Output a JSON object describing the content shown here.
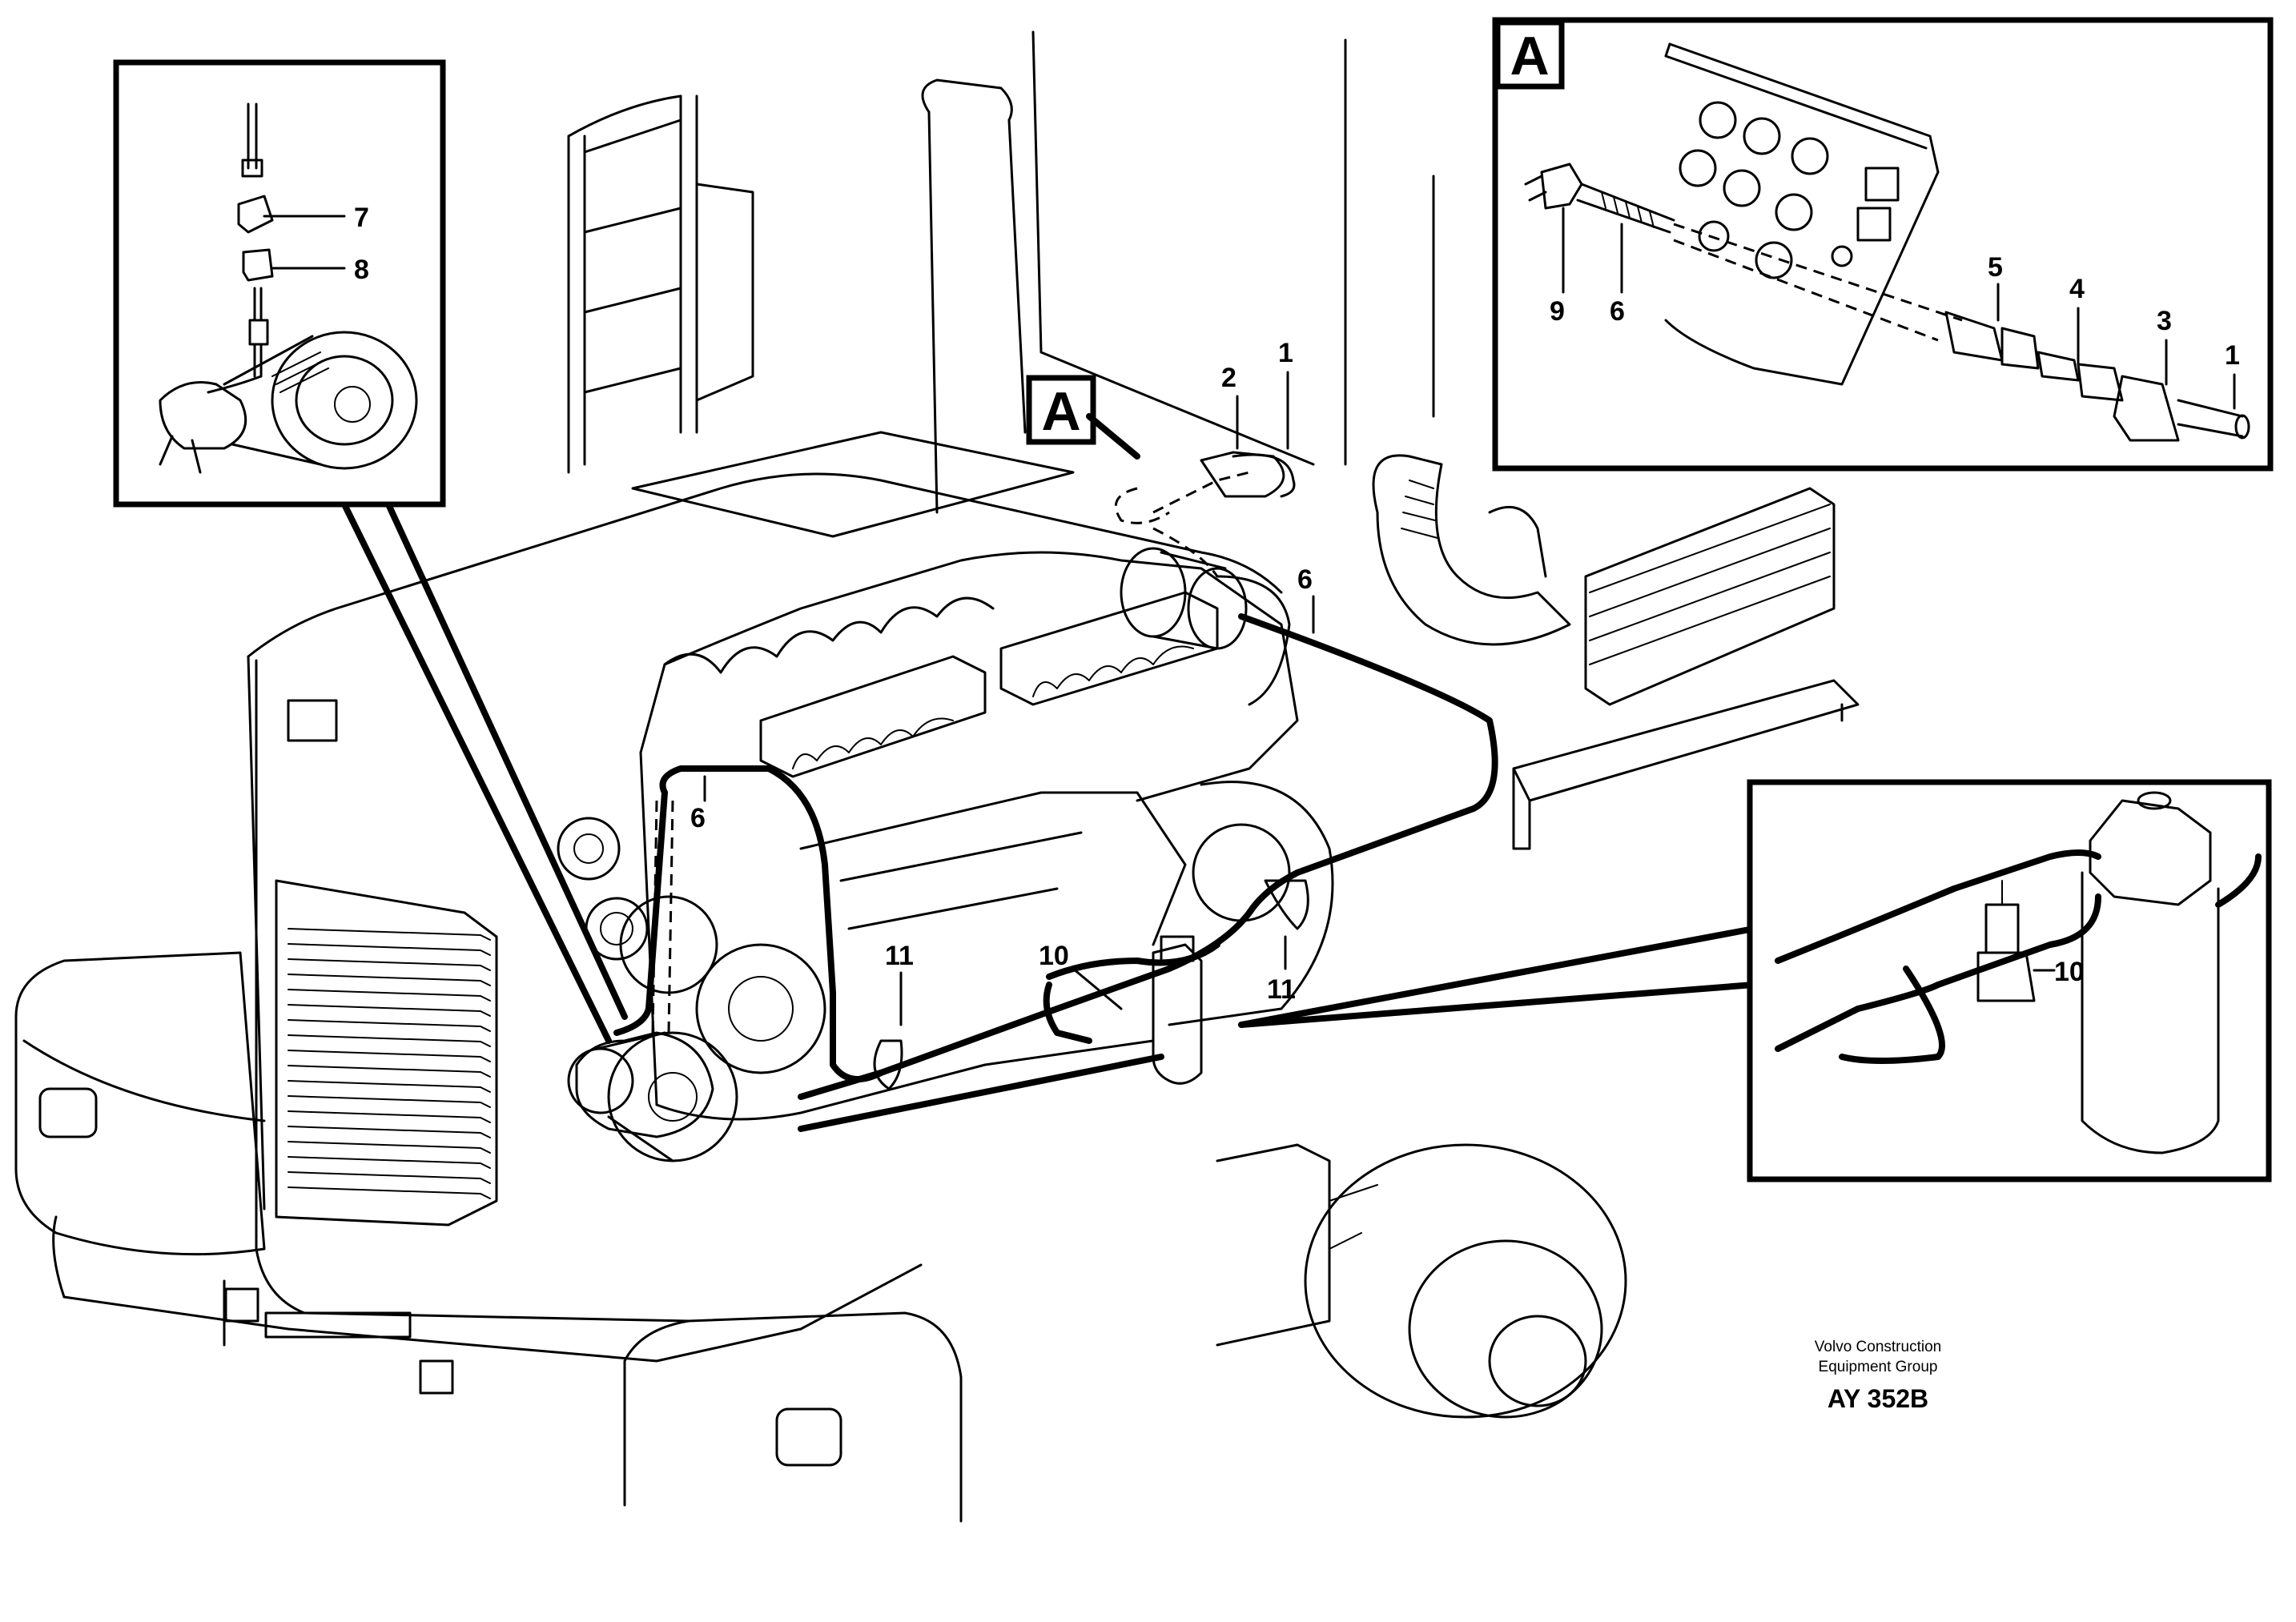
{
  "callout_letter": "A",
  "part_labels": {
    "p1": "1",
    "p2": "2",
    "p3": "3",
    "p4": "4",
    "p5": "5",
    "p6": "6",
    "p7": "7",
    "p8": "8",
    "p9": "9",
    "p10": "10",
    "p11": "11"
  },
  "credit": {
    "line1": "Volvo Construction",
    "line2": "Equipment Group",
    "code": "AY 352B"
  }
}
